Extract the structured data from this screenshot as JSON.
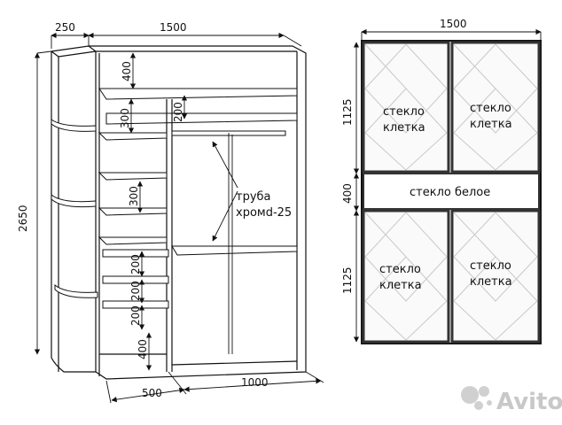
{
  "left_drawing": {
    "top_dims": {
      "side": "250",
      "width": "1500"
    },
    "height_dim": "2650",
    "bottom_dims": {
      "left": "500",
      "right": "1000"
    },
    "vertical_dims": [
      "400",
      "300",
      "200",
      "300",
      "200",
      "200",
      "200",
      "400"
    ],
    "rail_label": [
      "труба",
      "хромd-25"
    ]
  },
  "right_drawing": {
    "width_dim": "1500",
    "height_dims": [
      "1125",
      "400",
      "1125"
    ],
    "panels": {
      "top_left": [
        "стекло",
        "клетка"
      ],
      "top_right": [
        "стекло",
        "клетка"
      ],
      "middle": "стекло белое",
      "bottom_left": [
        "стекло",
        "клетка"
      ],
      "bottom_right": [
        "стекло",
        "клетка"
      ]
    }
  },
  "watermark": {
    "brand": "Avito",
    "icon": "avito-dots-icon"
  }
}
